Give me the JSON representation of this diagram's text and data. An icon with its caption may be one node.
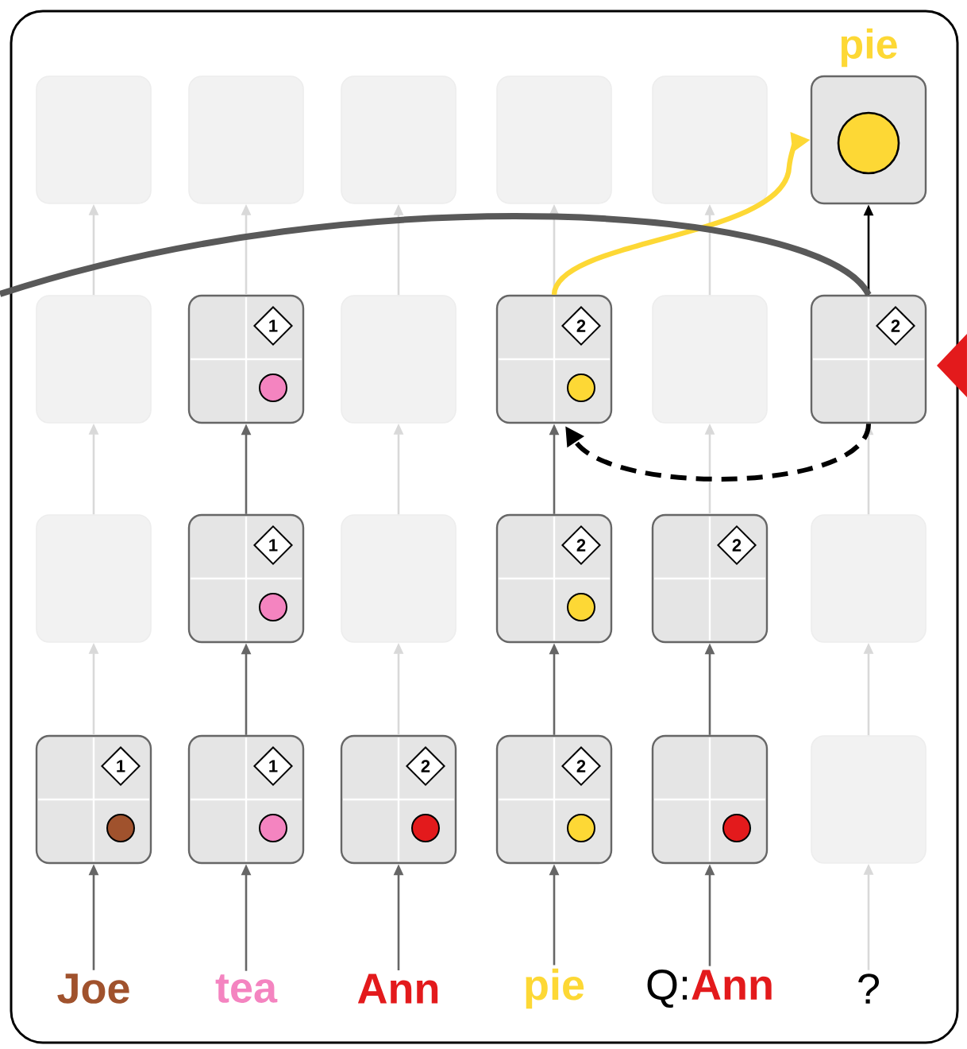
{
  "diagram": {
    "nodes": [
      {
        "text": [],
        "shape": "box"
      },
      {
        "text": [],
        "shape": "box"
      },
      {
        "text": [],
        "shape": "box"
      },
      {
        "text": [],
        "shape": "box"
      },
      {
        "text": [],
        "shape": "box"
      },
      {
        "text": [
          "pie"
        ]
      },
      {
        "text": [],
        "shape": "box"
      },
      {
        "text": [
          "1"
        ]
      },
      {
        "text": [],
        "shape": "box"
      },
      {
        "text": [
          "2"
        ]
      },
      {
        "text": [],
        "shape": "box"
      },
      {
        "text": [
          "2"
        ]
      },
      {
        "text": [],
        "shape": "box"
      },
      {
        "text": [
          "1"
        ]
      },
      {
        "text": [],
        "shape": "box"
      },
      {
        "text": [
          "2"
        ]
      },
      {
        "text": [
          "2"
        ]
      },
      {
        "text": [],
        "shape": "box"
      },
      {
        "text": [
          "1"
        ]
      },
      {
        "text": [
          "1"
        ]
      },
      {
        "text": [
          "2"
        ]
      },
      {
        "text": [
          "2"
        ]
      },
      {
        "text": [],
        "shape": "box"
      },
      {
        "text": [],
        "shape": "box"
      },
      {
        "text": [
          "Joe"
        ]
      },
      {
        "text": [
          "tea"
        ]
      },
      {
        "text": [
          "Ann"
        ]
      },
      {
        "text": [
          "pie"
        ]
      },
      {
        "text": [
          "Q:",
          "Ann"
        ]
      },
      {
        "text": [
          "?"
        ]
      }
    ],
    "edges": [
      {
        "from": 24,
        "to": 18,
        "arrow": "to",
        "color": "#666666"
      },
      {
        "from": 18,
        "to": 12,
        "arrow": "to"
      },
      {
        "from": 12,
        "to": 6,
        "arrow": "to"
      },
      {
        "from": 6,
        "to": 0,
        "arrow": "to"
      },
      {
        "from": 25,
        "to": 19,
        "arrow": "to",
        "color": "#666666"
      },
      {
        "from": 19,
        "to": 13,
        "arrow": "to",
        "color": "#666666"
      },
      {
        "from": 13,
        "to": 7,
        "arrow": "to",
        "color": "#666666"
      },
      {
        "from": 7,
        "to": 1,
        "arrow": "to"
      },
      {
        "from": 26,
        "to": 20,
        "arrow": "to",
        "color": "#666666"
      },
      {
        "from": 20,
        "to": 14,
        "arrow": "to"
      },
      {
        "from": 14,
        "to": 8,
        "arrow": "to"
      },
      {
        "from": 8,
        "to": 2,
        "arrow": "to"
      },
      {
        "from": 27,
        "to": 21,
        "arrow": "to",
        "color": "#666666"
      },
      {
        "from": 21,
        "to": 15,
        "arrow": "to",
        "color": "#666666"
      },
      {
        "from": 15,
        "to": 9,
        "arrow": "to",
        "color": "#666666"
      },
      {
        "from": 9,
        "to": 3,
        "arrow": "to"
      },
      {
        "from": 28,
        "to": 22,
        "arrow": "to",
        "color": "#666666"
      },
      {
        "from": 22,
        "to": 16,
        "arrow": "to",
        "color": "#666666"
      },
      {
        "from": 16,
        "to": 10,
        "arrow": "to"
      },
      {
        "from": 10,
        "to": 4,
        "arrow": "to"
      },
      {
        "from": 29,
        "to": 23,
        "arrow": "to"
      },
      {
        "from": 23,
        "to": 17,
        "arrow": "to"
      },
      {
        "from": 17,
        "to": 11,
        "arrow": "to"
      },
      {
        "from": 11,
        "to": 5,
        "arrow": "to",
        "color": "#000000"
      },
      {
        "from": 9,
        "to": 5,
        "arrow": "to",
        "style": "thick",
        "color": "#fdd835"
      },
      {
        "from": 11,
        "to": 9,
        "arrow": "to",
        "style": "dashed",
        "color": "#000000"
      },
      {
        "from": null,
        "to": 11,
        "arrow": "none",
        "style": "thick",
        "color": "#595959"
      }
    ]
  }
}
